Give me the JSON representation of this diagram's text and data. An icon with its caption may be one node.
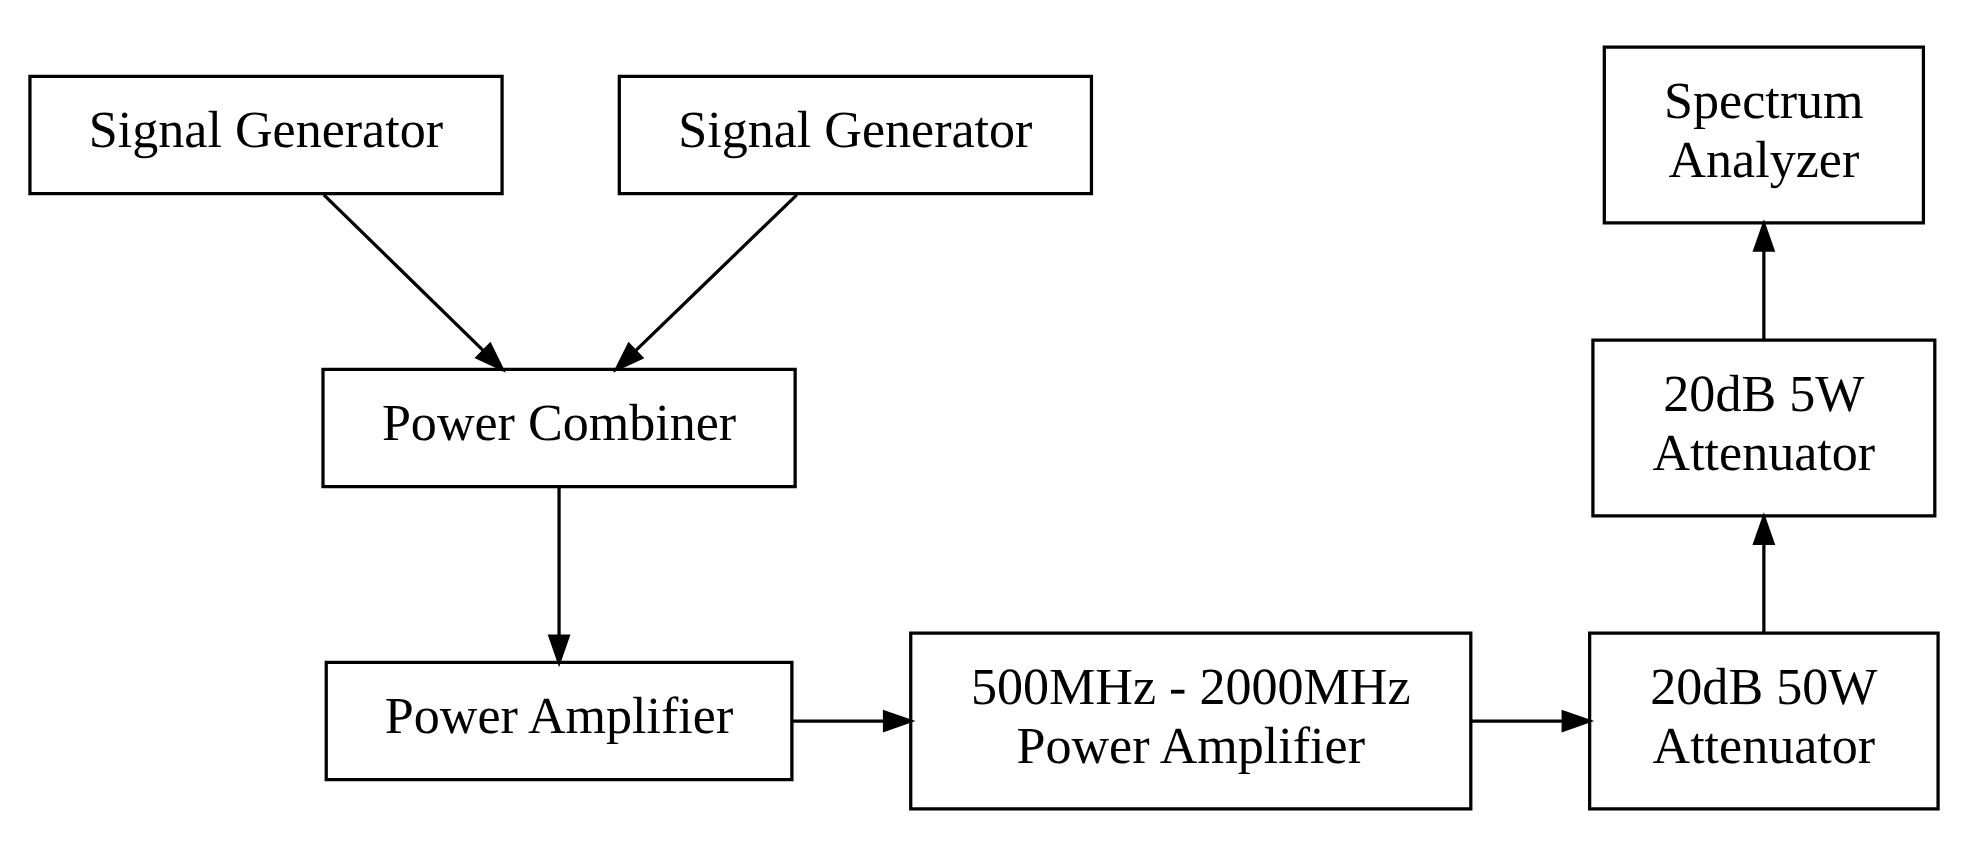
{
  "diagram": {
    "nodes": [
      {
        "text": [
          "Signal Generator"
        ]
      },
      {
        "text": [
          "Signal Generator"
        ]
      },
      {
        "text": [
          "Power Combiner"
        ]
      },
      {
        "text": [
          "Power Amplifier"
        ]
      },
      {
        "text": [
          "500MHz - 2000MHz Power Amplifier"
        ]
      },
      {
        "text": [
          "20dB 50W Attenuator"
        ]
      },
      {
        "text": [
          "20dB 5W Attenuator"
        ]
      },
      {
        "text": [
          "Spectrum Analyzer"
        ]
      }
    ],
    "edges": [
      {
        "from": 0,
        "to": 2,
        "arrow": "to"
      },
      {
        "from": 1,
        "to": 2,
        "arrow": "to"
      },
      {
        "from": 2,
        "to": 3,
        "arrow": "to"
      },
      {
        "from": 3,
        "to": 4,
        "arrow": "to"
      },
      {
        "from": 4,
        "to": 5,
        "arrow": "to"
      },
      {
        "from": 5,
        "to": 6,
        "arrow": "to"
      },
      {
        "from": 6,
        "to": 7,
        "arrow": "to"
      }
    ]
  }
}
